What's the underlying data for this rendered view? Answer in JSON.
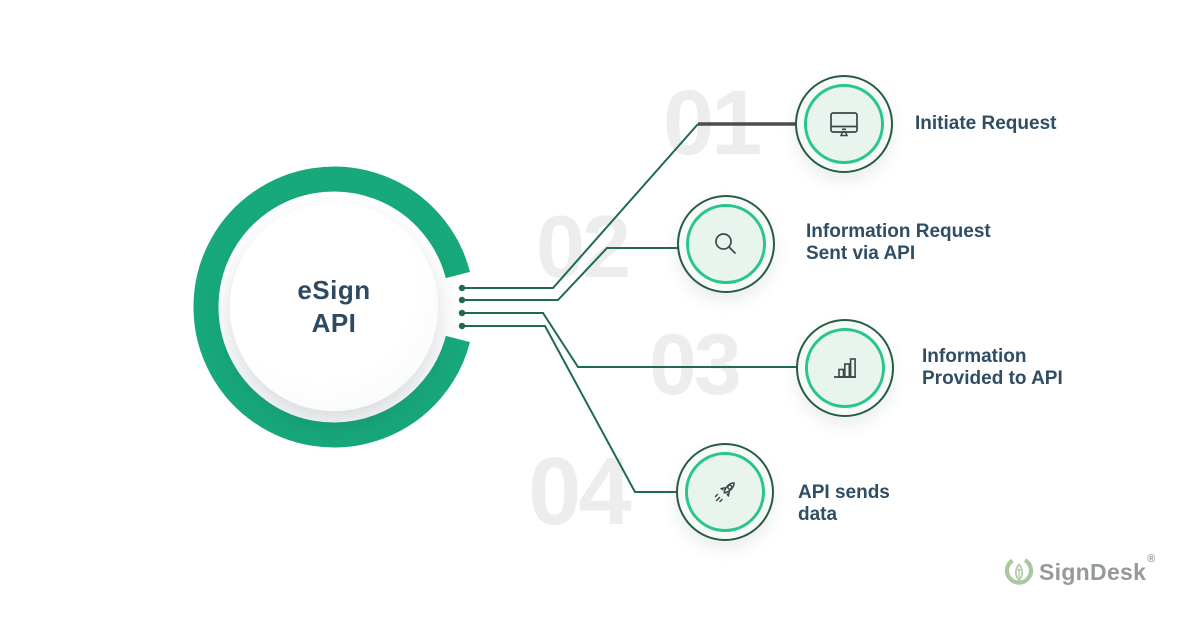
{
  "hub": {
    "title_line1": "eSign",
    "title_line2": "API"
  },
  "steps": [
    {
      "number": "01",
      "icon": "monitor-icon",
      "label_line1": "Initiate Request",
      "label_line2": ""
    },
    {
      "number": "02",
      "icon": "search-icon",
      "label_line1": "Information Request",
      "label_line2": "Sent via API"
    },
    {
      "number": "03",
      "icon": "bar-chart-icon",
      "label_line1": "Information",
      "label_line2": "Provided to API"
    },
    {
      "number": "04",
      "icon": "rocket-icon",
      "label_line1": "API sends",
      "label_line2": "data"
    }
  ],
  "logo": {
    "text": "SignDesk",
    "registered_mark": "®"
  },
  "colors": {
    "hub_ring": "#17a87b",
    "line_green": "#1e6b50",
    "line_gray": "#4d4d4d",
    "circle_outer_border": "#2a5a46",
    "circle_inner_ring": "#29c68c",
    "circle_inner_fill": "#e9f4ef",
    "label_text": "#2f4d63",
    "big_number": "#ededed",
    "logo_green": "#a9c7a0",
    "logo_gray": "#949a97"
  }
}
